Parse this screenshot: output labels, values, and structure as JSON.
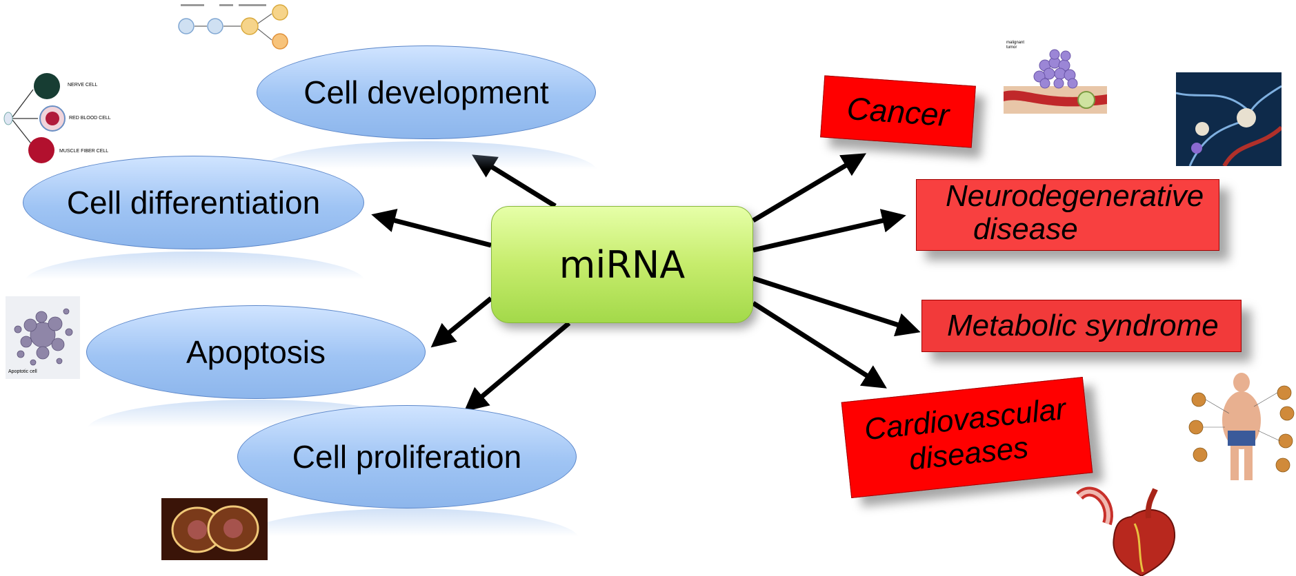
{
  "center": {
    "label": "miRNA"
  },
  "processes": [
    {
      "id": "cell-development",
      "label": "Cell development"
    },
    {
      "id": "cell-differentiation",
      "label": "Cell differentiation"
    },
    {
      "id": "apoptosis",
      "label": "Apoptosis"
    },
    {
      "id": "cell-proliferation",
      "label": "Cell proliferation"
    }
  ],
  "diseases": [
    {
      "id": "cancer",
      "label": "Cancer"
    },
    {
      "id": "neurodegenerative",
      "line1": "Neurodegenerative",
      "line2": "disease"
    },
    {
      "id": "metabolic",
      "label": "Metabolic syndrome"
    },
    {
      "id": "cardiovascular",
      "line1": "Cardiovascular",
      "line2": "diseases"
    }
  ],
  "image_captions": {
    "cell_types": [
      "NERVE CELL",
      "RED BLOOD CELL",
      "MUSCLE FIBER CELL"
    ],
    "apoptotic": "Apoptotic cell",
    "tumor": "malignant tumor"
  },
  "colors": {
    "ellipse_fill": "#9fc4f4",
    "center_fill": "#c6ec6c",
    "disease_fill": "#ff0000",
    "arrow": "#000000"
  }
}
